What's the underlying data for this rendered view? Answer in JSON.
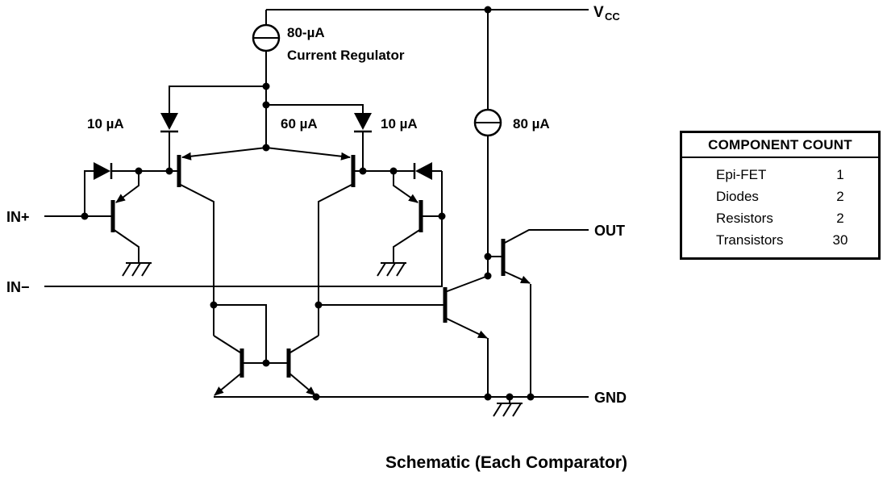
{
  "labels": {
    "vcc_main": "V",
    "vcc_sub": "CC",
    "regulator_value": "80-µA",
    "regulator_name": "Current Regulator",
    "current_left": "10 µA",
    "current_center": "60 µA",
    "current_right": "10 µA",
    "current_output": "80 µA",
    "in_plus": "IN+",
    "in_minus": "IN−",
    "out": "OUT",
    "gnd": "GND"
  },
  "table": {
    "title": "COMPONENT COUNT",
    "rows": [
      {
        "name": "Epi-FET",
        "count": "1"
      },
      {
        "name": "Diodes",
        "count": "2"
      },
      {
        "name": "Resistors",
        "count": "2"
      },
      {
        "name": "Transistors",
        "count": "30"
      }
    ]
  },
  "caption": "Schematic (Each Comparator)"
}
